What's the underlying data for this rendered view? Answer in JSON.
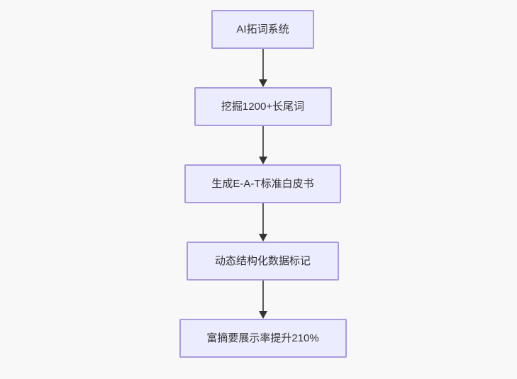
{
  "diagram": {
    "type": "flowchart",
    "direction": "top-down",
    "nodes": [
      {
        "id": "A",
        "label": "AI拓词系统"
      },
      {
        "id": "B",
        "label": "挖掘1200+长尾词"
      },
      {
        "id": "C",
        "label": "生成E-A-T标准白皮书"
      },
      {
        "id": "D",
        "label": "动态结构化数据标记"
      },
      {
        "id": "E",
        "label": "富摘要展示率提升210%"
      }
    ],
    "edges": [
      {
        "from": "A",
        "to": "B",
        "label": ""
      },
      {
        "from": "B",
        "to": "C",
        "label": ""
      },
      {
        "from": "C",
        "to": "D",
        "label": ""
      },
      {
        "from": "D",
        "to": "E",
        "label": ""
      }
    ],
    "colors": {
      "background": "#f8f8f8",
      "node_fill": "#ececff",
      "node_border": "#ab9ade",
      "arrow_line": "#5a5a5a",
      "arrow_head": "#333333",
      "text": "#333333"
    }
  }
}
